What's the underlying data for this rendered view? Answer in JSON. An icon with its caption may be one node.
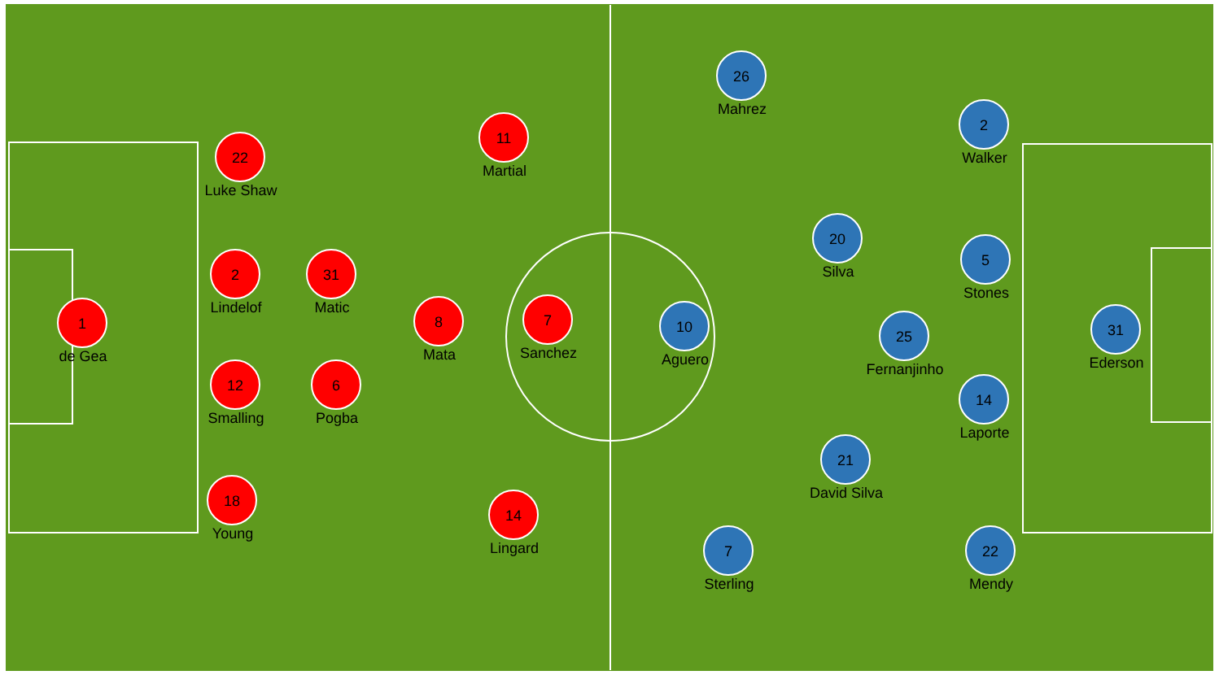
{
  "diagram": {
    "nodes": [
      {
        "text": [
          "1",
          "de Gea"
        ]
      },
      {
        "text": [
          "22",
          "Luke Shaw"
        ]
      },
      {
        "text": [
          "2",
          "Lindelof"
        ]
      },
      {
        "text": [
          "31",
          "Matic"
        ]
      },
      {
        "text": [
          "12",
          "Smalling"
        ]
      },
      {
        "text": [
          "6",
          "Pogba"
        ]
      },
      {
        "text": [
          "18",
          "Young"
        ]
      },
      {
        "text": [
          "11",
          "Martial"
        ]
      },
      {
        "text": [
          "8",
          "Mata"
        ]
      },
      {
        "text": [
          "7",
          "Sanchez"
        ]
      },
      {
        "text": [
          "14",
          "Lingard"
        ]
      },
      {
        "text": [
          "26",
          "Mahrez"
        ]
      },
      {
        "text": [
          "2",
          "Walker"
        ]
      },
      {
        "text": [
          "20",
          "Silva"
        ]
      },
      {
        "text": [
          "5",
          "Stones"
        ]
      },
      {
        "text": [
          "10",
          "Aguero"
        ]
      },
      {
        "text": [
          "31",
          "Ederson"
        ]
      },
      {
        "text": [
          "25",
          "Fernanjinho"
        ]
      },
      {
        "text": [
          "14",
          "Laporte"
        ]
      },
      {
        "text": [
          "21",
          "David Silva"
        ]
      },
      {
        "text": [
          "7",
          "Sterling"
        ]
      },
      {
        "text": [
          "22",
          "Mendy"
        ]
      }
    ]
  }
}
